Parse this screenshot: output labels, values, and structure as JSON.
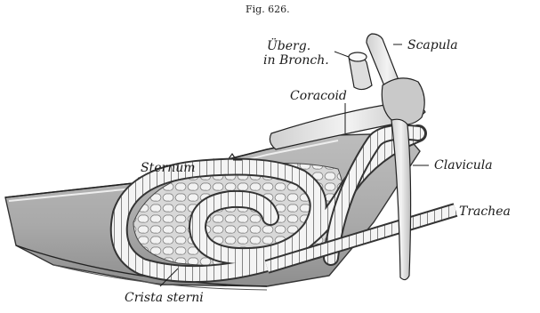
{
  "figure": {
    "title": "Fig. 626.",
    "labels": {
      "scapula": "Scapula",
      "uberg": "Überg.",
      "in_bronch": "in Bronch.",
      "coracoid": "Coracoid",
      "sternum": "Sternum",
      "clavicula": "Clavicula",
      "trachea": "Trachea",
      "crista_sterni": "Crista sterni"
    }
  }
}
